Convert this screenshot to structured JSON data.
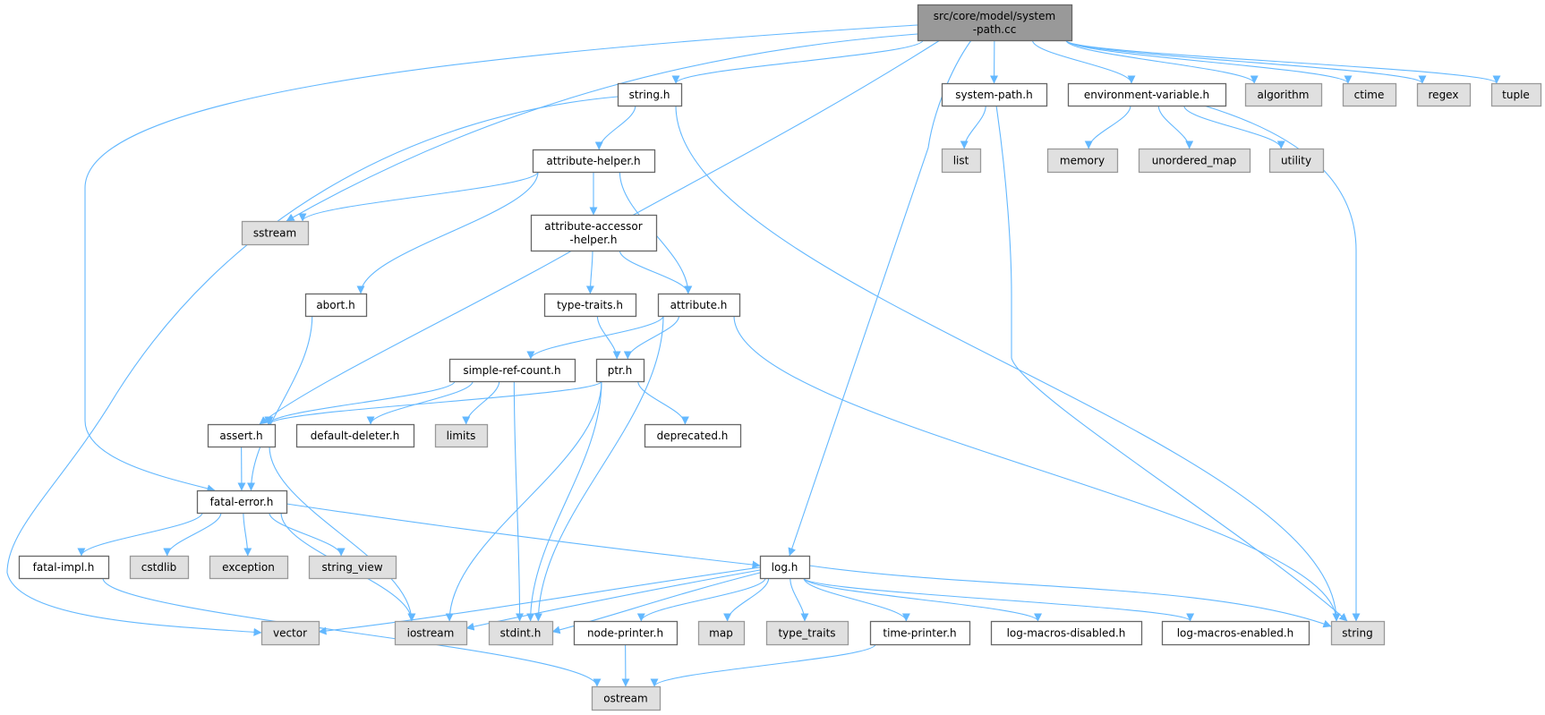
{
  "colors": {
    "edge": "#63b8ff",
    "root_fill": "#999999",
    "root_border": "#666666",
    "internal_fill": "#ffffff",
    "internal_border": "#666666",
    "external_fill": "#e0e0e0",
    "external_border": "#999999"
  },
  "nodes": [
    {
      "id": "main",
      "kind": "root",
      "label": [
        "src/core/model/system",
        "-path.cc"
      ]
    },
    {
      "id": "string_h",
      "kind": "internal",
      "label": [
        "string.h"
      ]
    },
    {
      "id": "system_path",
      "kind": "internal",
      "label": [
        "system-path.h"
      ]
    },
    {
      "id": "envvar",
      "kind": "internal",
      "label": [
        "environment-variable.h"
      ]
    },
    {
      "id": "algorithm",
      "kind": "external",
      "label": [
        "algorithm"
      ]
    },
    {
      "id": "ctime",
      "kind": "external",
      "label": [
        "ctime"
      ]
    },
    {
      "id": "regex",
      "kind": "external",
      "label": [
        "regex"
      ]
    },
    {
      "id": "tuple",
      "kind": "external",
      "label": [
        "tuple"
      ]
    },
    {
      "id": "list",
      "kind": "external",
      "label": [
        "list"
      ]
    },
    {
      "id": "memory",
      "kind": "external",
      "label": [
        "memory"
      ]
    },
    {
      "id": "unordered_map",
      "kind": "external",
      "label": [
        "unordered_map"
      ]
    },
    {
      "id": "utility",
      "kind": "external",
      "label": [
        "utility"
      ]
    },
    {
      "id": "attr_helper",
      "kind": "internal",
      "label": [
        "attribute-helper.h"
      ]
    },
    {
      "id": "sstream",
      "kind": "external",
      "label": [
        "sstream"
      ]
    },
    {
      "id": "attr_acc",
      "kind": "internal",
      "label": [
        "attribute-accessor",
        "-helper.h"
      ]
    },
    {
      "id": "abort",
      "kind": "internal",
      "label": [
        "abort.h"
      ]
    },
    {
      "id": "type_traits_h",
      "kind": "internal",
      "label": [
        "type-traits.h"
      ]
    },
    {
      "id": "attribute",
      "kind": "internal",
      "label": [
        "attribute.h"
      ]
    },
    {
      "id": "simple_ref",
      "kind": "internal",
      "label": [
        "simple-ref-count.h"
      ]
    },
    {
      "id": "ptr",
      "kind": "internal",
      "label": [
        "ptr.h"
      ]
    },
    {
      "id": "assert",
      "kind": "internal",
      "label": [
        "assert.h"
      ]
    },
    {
      "id": "default_deleter",
      "kind": "internal",
      "label": [
        "default-deleter.h"
      ]
    },
    {
      "id": "limits",
      "kind": "external",
      "label": [
        "limits"
      ]
    },
    {
      "id": "deprecated",
      "kind": "internal",
      "label": [
        "deprecated.h"
      ]
    },
    {
      "id": "fatal_error",
      "kind": "internal",
      "label": [
        "fatal-error.h"
      ]
    },
    {
      "id": "fatal_impl",
      "kind": "internal",
      "label": [
        "fatal-impl.h"
      ]
    },
    {
      "id": "cstdlib",
      "kind": "external",
      "label": [
        "cstdlib"
      ]
    },
    {
      "id": "exception",
      "kind": "external",
      "label": [
        "exception"
      ]
    },
    {
      "id": "string_view",
      "kind": "external",
      "label": [
        "string_view"
      ]
    },
    {
      "id": "log",
      "kind": "internal",
      "label": [
        "log.h"
      ]
    },
    {
      "id": "vector",
      "kind": "external",
      "label": [
        "vector"
      ]
    },
    {
      "id": "iostream",
      "kind": "external",
      "label": [
        "iostream"
      ]
    },
    {
      "id": "stdint",
      "kind": "external",
      "label": [
        "stdint.h"
      ]
    },
    {
      "id": "node_printer",
      "kind": "internal",
      "label": [
        "node-printer.h"
      ]
    },
    {
      "id": "map",
      "kind": "external",
      "label": [
        "map"
      ]
    },
    {
      "id": "type_traits",
      "kind": "external",
      "label": [
        "type_traits"
      ]
    },
    {
      "id": "time_printer",
      "kind": "internal",
      "label": [
        "time-printer.h"
      ]
    },
    {
      "id": "lm_dis",
      "kind": "internal",
      "label": [
        "log-macros-disabled.h"
      ]
    },
    {
      "id": "lm_en",
      "kind": "internal",
      "label": [
        "log-macros-enabled.h"
      ]
    },
    {
      "id": "string",
      "kind": "external",
      "label": [
        "string"
      ]
    },
    {
      "id": "ostream",
      "kind": "external",
      "label": [
        "ostream"
      ]
    }
  ],
  "edges": [
    [
      "main",
      "string_h"
    ],
    [
      "main",
      "system_path"
    ],
    [
      "main",
      "envvar"
    ],
    [
      "main",
      "algorithm"
    ],
    [
      "main",
      "ctime"
    ],
    [
      "main",
      "regex"
    ],
    [
      "main",
      "tuple"
    ],
    [
      "main",
      "sstream"
    ],
    [
      "main",
      "fatal_error"
    ],
    [
      "main",
      "assert"
    ],
    [
      "main",
      "log"
    ],
    [
      "string_h",
      "attr_helper"
    ],
    [
      "string_h",
      "vector"
    ],
    [
      "string_h",
      "string"
    ],
    [
      "system_path",
      "list"
    ],
    [
      "system_path",
      "string"
    ],
    [
      "envvar",
      "memory"
    ],
    [
      "envvar",
      "unordered_map"
    ],
    [
      "envvar",
      "utility"
    ],
    [
      "envvar",
      "string"
    ],
    [
      "attr_helper",
      "sstream"
    ],
    [
      "attr_helper",
      "abort"
    ],
    [
      "attr_helper",
      "attr_acc"
    ],
    [
      "attr_helper",
      "attribute"
    ],
    [
      "attr_acc",
      "type_traits_h"
    ],
    [
      "attr_acc",
      "attribute"
    ],
    [
      "type_traits_h",
      "ptr"
    ],
    [
      "attribute",
      "simple_ref"
    ],
    [
      "attribute",
      "ptr"
    ],
    [
      "attribute",
      "stdint"
    ],
    [
      "attribute",
      "string"
    ],
    [
      "abort",
      "fatal_error"
    ],
    [
      "simple_ref",
      "assert"
    ],
    [
      "simple_ref",
      "default_deleter"
    ],
    [
      "simple_ref",
      "limits"
    ],
    [
      "simple_ref",
      "stdint"
    ],
    [
      "ptr",
      "assert"
    ],
    [
      "ptr",
      "deprecated"
    ],
    [
      "ptr",
      "iostream"
    ],
    [
      "ptr",
      "stdint"
    ],
    [
      "assert",
      "fatal_error"
    ],
    [
      "assert",
      "iostream"
    ],
    [
      "fatal_error",
      "fatal_impl"
    ],
    [
      "fatal_error",
      "cstdlib"
    ],
    [
      "fatal_error",
      "exception"
    ],
    [
      "fatal_error",
      "string_view"
    ],
    [
      "fatal_error",
      "iostream"
    ],
    [
      "fatal_error",
      "log"
    ],
    [
      "fatal_impl",
      "ostream"
    ],
    [
      "log",
      "vector"
    ],
    [
      "log",
      "iostream"
    ],
    [
      "log",
      "stdint"
    ],
    [
      "log",
      "node_printer"
    ],
    [
      "log",
      "map"
    ],
    [
      "log",
      "type_traits"
    ],
    [
      "log",
      "time_printer"
    ],
    [
      "log",
      "lm_dis"
    ],
    [
      "log",
      "lm_en"
    ],
    [
      "log",
      "string"
    ],
    [
      "node_printer",
      "ostream"
    ],
    [
      "time_printer",
      "ostream"
    ]
  ]
}
